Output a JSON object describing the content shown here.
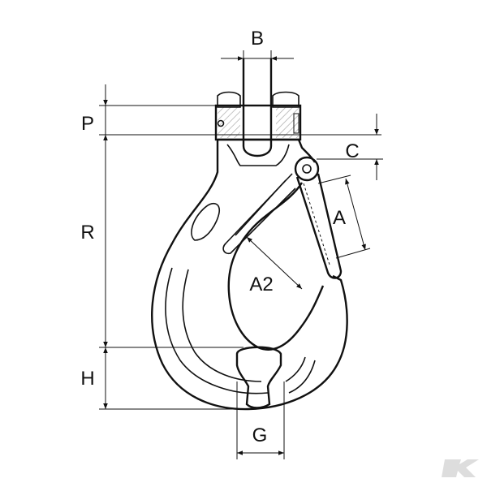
{
  "labels": {
    "B": "B",
    "P": "P",
    "C": "C",
    "R": "R",
    "A": "A",
    "A2": "A2",
    "H": "H",
    "G": "G"
  },
  "colors": {
    "ink": "#111111",
    "hatch": "#111111",
    "watermark": "#d9d9d9"
  },
  "icons": {
    "watermark": "brand-logo-icon"
  }
}
